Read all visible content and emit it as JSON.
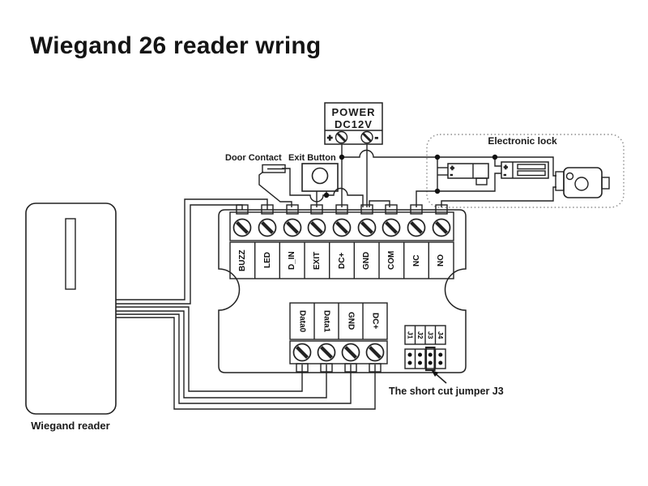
{
  "title": "Wiegand 26 reader wring",
  "power_supply": {
    "line1": "POWER",
    "line2": "DC12V",
    "plus": "+",
    "minus": "-"
  },
  "components": {
    "door_contact": "Door Contact",
    "exit_button": "Exit Button",
    "electronic_lock": "Electronic lock",
    "wiegand_reader": "Wiegand reader",
    "jumper_note": "The short cut jumper J3"
  },
  "lock_marks": {
    "plus": "+",
    "minus": "-"
  },
  "terminal_block_top": {
    "labels": [
      "BUZZ",
      "LED",
      "D_IN",
      "EXIT",
      "DC+",
      "GND",
      "COM",
      "NC",
      "NO"
    ]
  },
  "terminal_block_bottom": {
    "labels": [
      "Data0",
      "Data1",
      "GND",
      "DC+"
    ]
  },
  "jumpers": {
    "labels": [
      "J1",
      "J2",
      "J3",
      "J4"
    ]
  },
  "colors": {
    "line": "#222222",
    "text": "#111111",
    "dashed_border": "#8c8c8c",
    "background": "#ffffff"
  }
}
